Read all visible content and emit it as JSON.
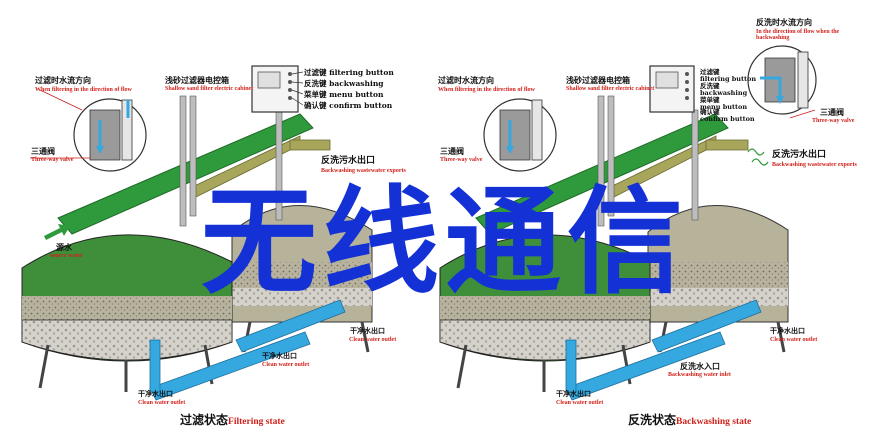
{
  "left_panel": {
    "flow_direction": {
      "cn": "过滤时水流方向",
      "en": "When filtering in the direction of flow"
    },
    "cabinet": {
      "cn": "浅砂过滤器电控箱",
      "en": "Shallow sand filter electric cabinet"
    },
    "buttons": [
      {
        "cn": "过滤键",
        "en": "filtering button"
      },
      {
        "cn": "反洗键",
        "en": "backwashing"
      },
      {
        "cn": "菜单键",
        "en": "menu button"
      },
      {
        "cn": "确认键",
        "en": "confirm button"
      }
    ],
    "three_way_valve": {
      "cn": "三通阀",
      "en": "Three-way valve"
    },
    "backwash_outlet": {
      "cn": "反洗污水出口",
      "en": "Backwashing wastewater exports"
    },
    "source_water": {
      "cn": "源水",
      "en": "source water"
    },
    "clean_outlet_right": {
      "cn": "干净水出口",
      "en": "Clean water outlet"
    },
    "clean_outlet_middle": {
      "cn": "干净水出口",
      "en": "Clean water outlet"
    },
    "clean_outlet_bottom": {
      "cn": "干净水出口",
      "en": "Clean water outlet"
    },
    "state": {
      "cn": "过滤状态",
      "en": "Filtering state"
    }
  },
  "right_panel": {
    "flow_direction": {
      "cn": "过滤时水流方向",
      "en": "When filtering in the direction of flow"
    },
    "cabinet": {
      "cn": "浅砂过滤器电控箱",
      "en": "Shallow sand filter electric cabinet"
    },
    "buttons": [
      {
        "cn": "过滤键",
        "en": "filtering button"
      },
      {
        "cn": "反洗键",
        "en": "backwashing"
      },
      {
        "cn": "菜单键",
        "en": "menu button"
      },
      {
        "cn": "确认键",
        "en": "confirm button"
      }
    ],
    "backwash_direction": {
      "cn": "反洗时水流方向",
      "en": "In the direction of flow when the backwashing"
    },
    "three_way_valve_left": {
      "cn": "三通阀",
      "en": "Three-way valve"
    },
    "three_way_valve_right": {
      "cn": "三通阀",
      "en": "Three-way valve"
    },
    "backwash_outlet": {
      "cn": "反洗污水出口",
      "en": "Backwashing wastewater exports"
    },
    "backwash_inlet": {
      "cn": "反洗水入口",
      "en": "Backwashing water inlet"
    },
    "clean_outlet_right": {
      "cn": "干净水出口",
      "en": "Clean water outlet"
    },
    "clean_outlet_bottom": {
      "cn": "干净水出口",
      "en": "Clean water outlet"
    },
    "state": {
      "cn": "反洗状态",
      "en": "Backwashing state"
    }
  },
  "overlay_text": "无线通信",
  "colors": {
    "pipe_green": "#2f9a3c",
    "pipe_dark_green": "#1e6b26",
    "pipe_blue": "#35a8e0",
    "olive": "#a7a65a",
    "tank_green": "#3f8f3a",
    "sand": "#b9b29a",
    "gravel": "#c9c6bd",
    "overlay_blue": "#1431d6",
    "label_red": "#d0201a"
  }
}
